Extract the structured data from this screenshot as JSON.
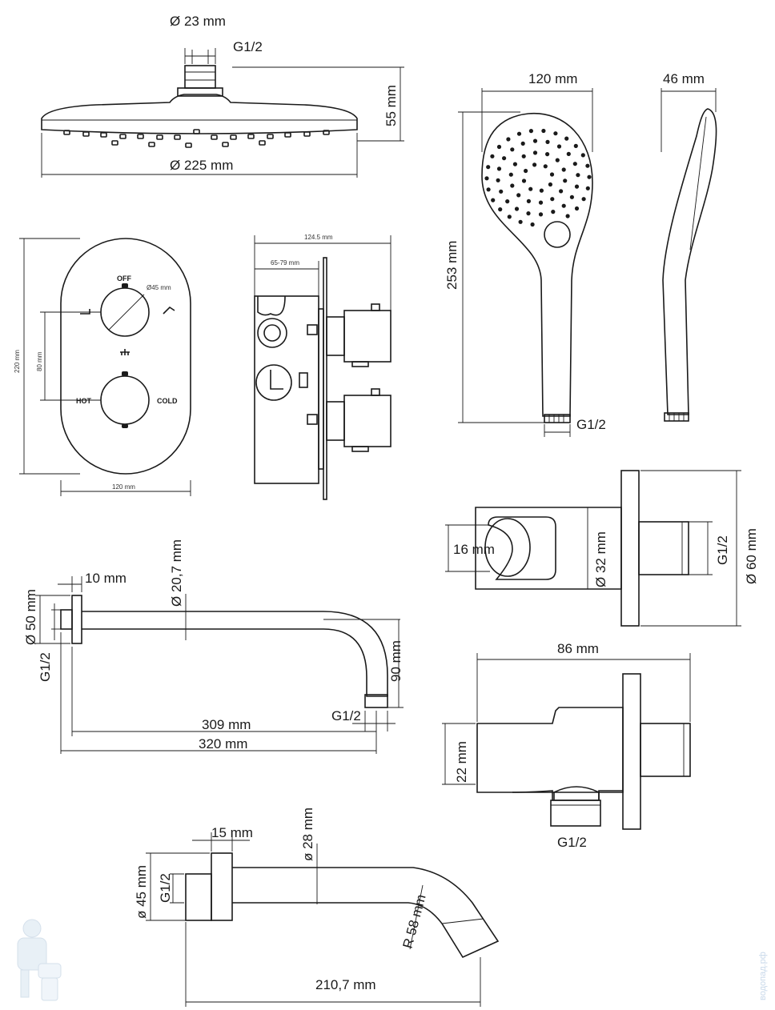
{
  "overhead_shower": {
    "connector_diameter": "Ø 23 mm",
    "thread": "G1/2",
    "height": "55 mm",
    "diameter": "Ø 225 mm"
  },
  "hand_shower": {
    "head_width": "120 mm",
    "side_depth": "46 mm",
    "length": "253 mm",
    "thread": "G1/2"
  },
  "thermostat": {
    "plate_height": "220 mm",
    "knob_spacing": "80 mm",
    "plate_width": "120 mm",
    "knob_diameter": "Ø45 mm",
    "off_label": "OFF",
    "hot_label": "HOT",
    "cold_label": "COLD",
    "body_depth": "124.5 mm",
    "install_depth": "65-79 mm"
  },
  "shower_arm": {
    "flange_thickness": "10 mm",
    "pipe_diameter": "Ø 20,7 mm",
    "flange_diameter": "Ø 50 mm",
    "thread_wall": "G1/2",
    "drop_height": "90 mm",
    "thread_end": "G1/2",
    "reach_inner": "309 mm",
    "reach_total": "320 mm"
  },
  "wall_holder": {
    "slot_width": "16 mm",
    "body_diameter": "Ø 32 mm",
    "thread": "G1/2",
    "flange_diameter": "Ø 60 mm"
  },
  "wall_outlet": {
    "length": "86 mm",
    "height": "22 mm",
    "thread": "G1/2"
  },
  "bath_spout": {
    "flange_thickness": "15 mm",
    "pipe_diameter": "ø 28 mm",
    "flange_diameter": "ø 45 mm",
    "thread": "G1/2",
    "bend_radius": "R 58 mm",
    "length": "210,7 mm"
  },
  "watermark": "водопад.рф"
}
